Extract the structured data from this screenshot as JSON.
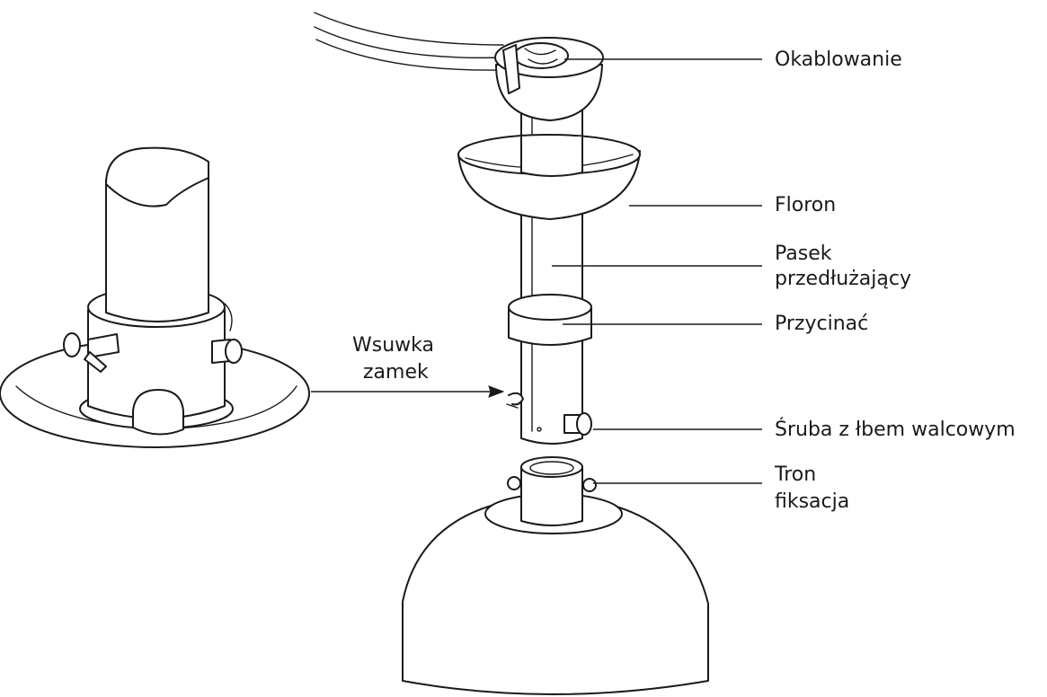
{
  "labels": {
    "wiring": "Okablowanie",
    "canopy": "Floron",
    "extension_rod_line1": "Pasek",
    "extension_rod_line2": "przedłużający",
    "trim": "Przycinać",
    "slide_lock_line1": "Wsuwka",
    "slide_lock_line2": "zamek",
    "cylinder_screw": "Śruba z łbem walcowym",
    "throne_fix_line1": "Tron",
    "throne_fix_line2": "fiksacja"
  },
  "colors": {
    "ink": "#1a1a1a",
    "background": "#ffffff"
  }
}
